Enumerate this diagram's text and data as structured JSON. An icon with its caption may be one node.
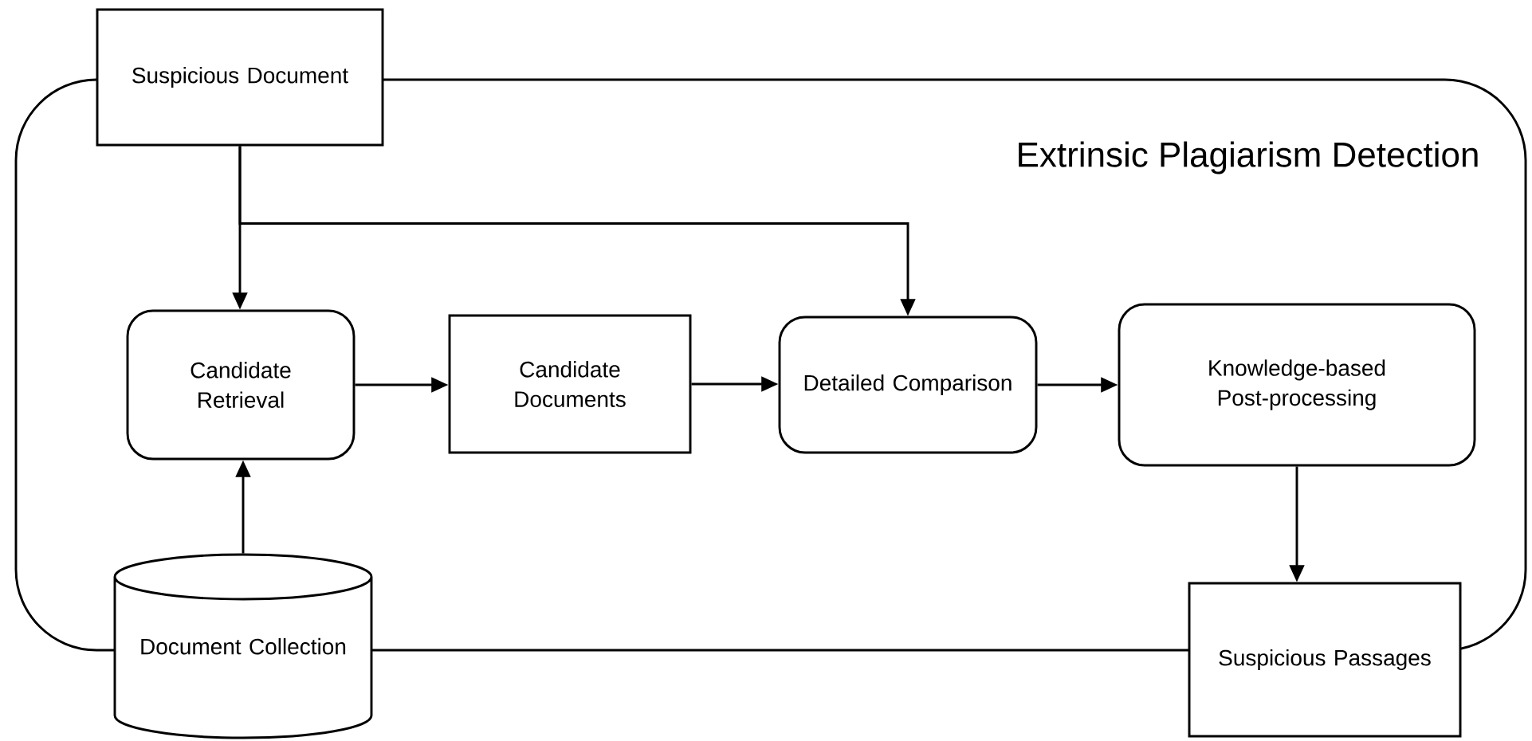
{
  "diagram": {
    "nodes": [
      {
        "text": [
          "Extrinsic Plagiarism Detection"
        ]
      },
      {
        "text": [
          "Suspicious Document"
        ]
      },
      {
        "text": [
          "Candidate Retrieval"
        ],
        "in": 0
      },
      {
        "text": [
          "Candidate Documents"
        ],
        "in": 0
      },
      {
        "text": [
          "Detailed Comparison"
        ],
        "in": 0
      },
      {
        "text": [
          "Knowledge-based Post-processing"
        ],
        "in": 0
      },
      {
        "text": [
          "Document Collection"
        ]
      },
      {
        "text": [
          "Suspicious Passages"
        ]
      }
    ],
    "edges": [
      {
        "from": 1,
        "to": 2,
        "arrow": "to"
      },
      {
        "from": 1,
        "to": 4,
        "arrow": "to"
      },
      {
        "from": 6,
        "to": 2,
        "arrow": "to"
      },
      {
        "from": 2,
        "to": 3,
        "arrow": "to"
      },
      {
        "from": 3,
        "to": 4,
        "arrow": "to"
      },
      {
        "from": 4,
        "to": 5,
        "arrow": "to"
      },
      {
        "from": 5,
        "to": 7,
        "arrow": "to"
      }
    ]
  }
}
